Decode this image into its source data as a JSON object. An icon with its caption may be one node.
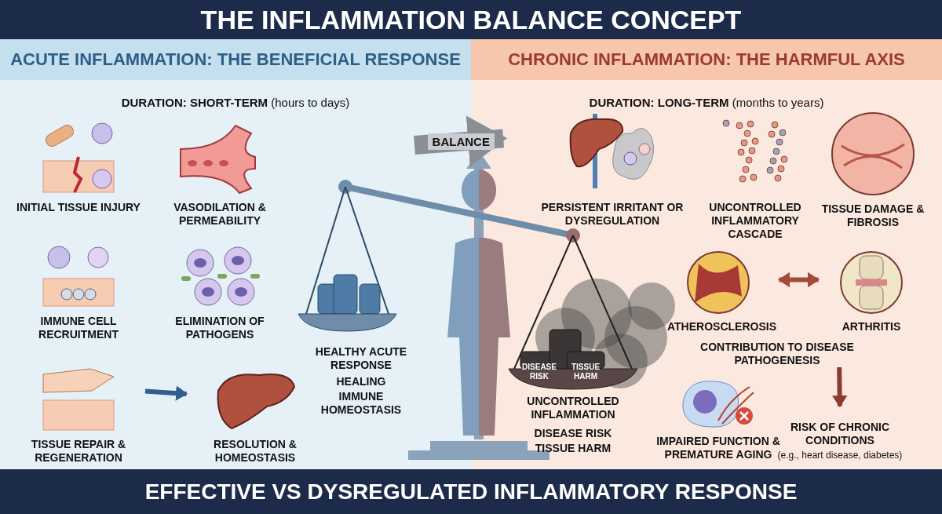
{
  "diagram": {
    "title": "THE INFLAMMATION BALANCE CONCEPT",
    "caption": "EFFECTIVE VS DYSREGULATED INFLAMMATORY RESPONSE",
    "nodes": [
      {
        "text": [
          "ACUTE INFLAMMATION: THE BENEFICIAL RESPONSE",
          "**DURATION: SHORT-TERM** (hours to days)"
        ]
      },
      {
        "text": [
          "INITIAL TISSUE INJURY"
        ],
        "in": 0
      },
      {
        "text": [
          "VASODILATION & PERMEABILITY"
        ],
        "in": 0
      },
      {
        "text": [
          "IMMUNE CELL RECRUITMENT"
        ],
        "in": 0
      },
      {
        "text": [
          "ELIMINATION OF PATHOGENS"
        ],
        "in": 0
      },
      {
        "text": [
          "TISSUE REPAIR & REGENERATION"
        ],
        "in": 0
      },
      {
        "text": [
          "RESOLUTION & HOMEOSTASIS"
        ],
        "in": 0
      },
      {
        "text": [
          "CHRONIC INFLAMMATION: THE HARMFUL AXIS",
          "**DURATION: LONG-TERM** (months to years)"
        ]
      },
      {
        "text": [
          "PERSISTENT IRRITANT OR DYSREGULATION"
        ],
        "in": 7
      },
      {
        "text": [
          "UNCONTROLLED INFLAMMATORY CASCADE"
        ],
        "in": 7
      },
      {
        "text": [
          "TISSUE DAMAGE & FIBROSIS"
        ],
        "in": 7
      },
      {
        "text": [
          "ATHEROSCLEROSIS"
        ],
        "in": 7
      },
      {
        "text": [
          "ARTHRITIS"
        ],
        "in": 7
      },
      {
        "text": [
          "CONTRIBUTION TO DISEASE PATHOGENESIS"
        ],
        "in": 7
      },
      {
        "text": [
          "IMPAIRED FUNCTION & PREMATURE AGING"
        ],
        "in": 7
      },
      {
        "text": [
          "RISK OF CHRONIC CONDITIONS"
        ],
        "beside": [
          "(e.g., heart disease, diabetes)"
        ],
        "in": 7
      }
    ],
    "edges": [
      {
        "from": 5,
        "to": 6,
        "arrow": "to",
        "color": "#2f5f8f"
      },
      {
        "from": null,
        "to": 8,
        "arrow": "to",
        "label": "BALANCE",
        "style": "thick",
        "color": "#8a8f96"
      },
      {
        "from": 11,
        "to": 12,
        "arrow": "both",
        "color": "#a34a3c"
      },
      {
        "from": 13,
        "to": 15,
        "arrow": "to",
        "color": "#8c3b33"
      }
    ],
    "labels": [
      "HEALTHY ACUTE RESPONSE",
      "HEALING",
      "IMMUNE HOMEOSTASIS",
      "DISEASE RISK",
      "TISSUE HARM",
      "UNCONTROLLED INFLAMMATION",
      "DISEASE RISK",
      "TISSUE HARM"
    ]
  }
}
